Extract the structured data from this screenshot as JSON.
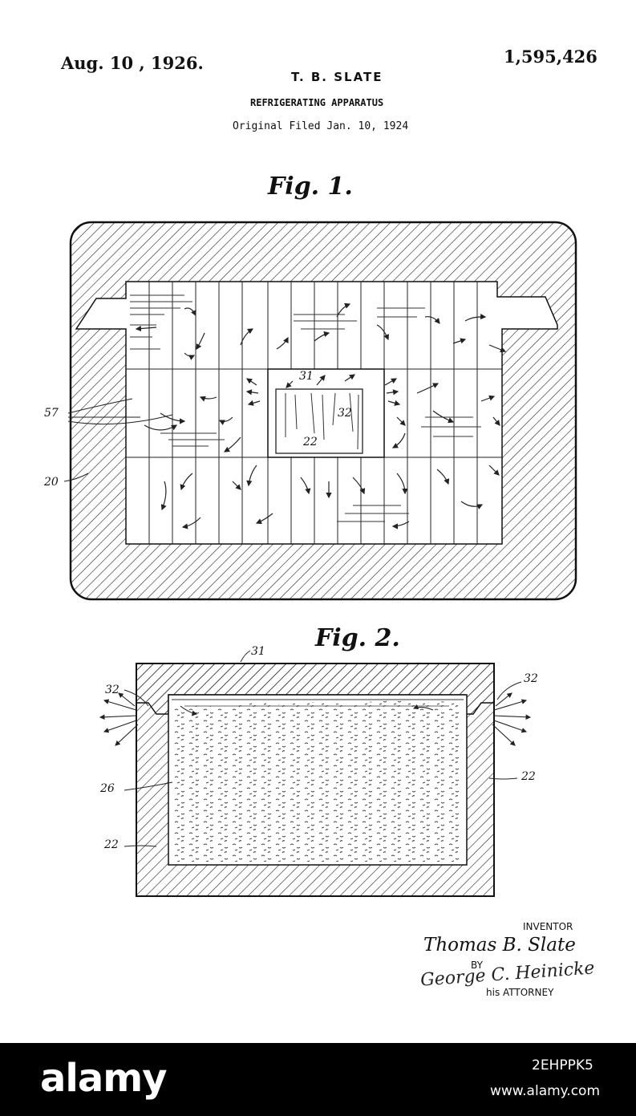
{
  "header": {
    "date": "Aug. 10 , 1926.",
    "patent_number": "1,595,426",
    "inventor": "T. B. SLATE",
    "title": "REFRIGERATING APPARATUS",
    "filed": "Original Filed Jan. 10, 1924"
  },
  "figure1": {
    "label": "Fig. 1.",
    "refs": [
      "31",
      "32",
      "22",
      "57",
      "20"
    ]
  },
  "figure2": {
    "label": "Fig. 2.",
    "refs": [
      "31",
      "32",
      "32",
      "26",
      "22",
      "22"
    ]
  },
  "signature": {
    "inventor_label": "INVENTOR",
    "inventor_name": "Thomas B. Slate",
    "by_label": "BY",
    "attorney_name": "George C. Heinicke",
    "attorney_label": "his ATTORNEY"
  },
  "watermark": {
    "brand": "alamy",
    "image_id": "2EHPPK5",
    "url": "www.alamy.com"
  }
}
